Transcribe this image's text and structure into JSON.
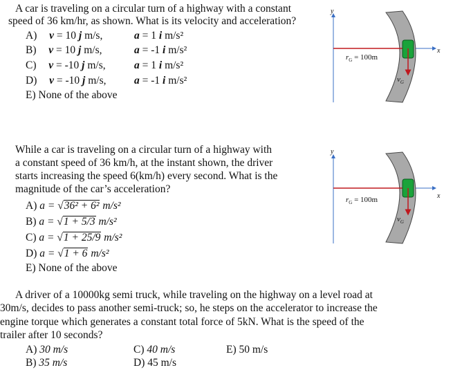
{
  "q1": {
    "stem_line1": "A car is traveling on a circular turn of a highway with a constant",
    "stem_line2": "speed of 36 km/hr, as shown. What is its velocity and acceleration?",
    "options": [
      {
        "letter": "A)",
        "v_sym": "v",
        "v_val": " = 10",
        "v_unit": "j",
        "v_after": " m/s,",
        "a_sym": "a",
        "a_val": " = 1",
        "a_unit": "i",
        "a_after": " m/s²"
      },
      {
        "letter": "B)",
        "v_sym": "v",
        "v_val": " = 10",
        "v_unit": "j",
        "v_after": " m/s,",
        "a_sym": "a",
        "a_val": " = -1",
        "a_unit": "i",
        "a_after": " m/s²"
      },
      {
        "letter": "C)",
        "v_sym": "v",
        "v_val": " = -10",
        "v_unit": "j",
        "v_after": " m/s,",
        "a_sym": "a",
        "a_val": " = 1",
        "a_unit": "i",
        "a_after": " m/s²"
      },
      {
        "letter": "D)",
        "v_sym": "v",
        "v_val": " = -10",
        "v_unit": "j",
        "v_after": " m/s,",
        "a_sym": "a",
        "a_val": " = -1",
        "a_unit": "i",
        "a_after": " m/s²"
      }
    ],
    "option_e": "E) None of the above",
    "figure": {
      "y_label": "y",
      "x_label": "x",
      "r_label": "r",
      "r_sub": "G",
      "r_value": " = 100m",
      "v_label": "v",
      "v_sub": "G"
    }
  },
  "q2": {
    "stem_lines": [
      "While a car is traveling on a circular turn of a highway with",
      "a constant speed of 36 km/h, at the instant shown, the driver",
      "starts increasing the speed 6(km/h) every second. What is the",
      "magnitude of the car’s acceleration?"
    ],
    "options": [
      {
        "letter": "A)",
        "lhs": "a = ",
        "rad": "36² + 6²",
        "unit": " m/s²"
      },
      {
        "letter": "B)",
        "lhs": "a = ",
        "rad": "1 + 5/3",
        "unit": " m/s²"
      },
      {
        "letter": "C)",
        "lhs": "a = ",
        "rad": "1 + 25/9",
        "unit": " m/s²"
      },
      {
        "letter": "D)",
        "lhs": "a = ",
        "rad": "1 + 6",
        "unit": " m/s²"
      }
    ],
    "option_e": "E) None of the above",
    "figure": {
      "y_label": "y",
      "x_label": "x",
      "r_label": "r",
      "r_sub": "G",
      "r_value": " = 100m",
      "v_label": "v",
      "v_sub": "G"
    }
  },
  "q3": {
    "stem_lines": [
      "A driver of a 10000kg semi truck, while traveling on the highway on a level road at",
      "30m/s, decides to pass another semi-truck; so, he steps on the accelerator to increase the",
      "engine torque which generates a constant total force of 5kN. What is the speed of the",
      "trailer after 10 seconds?"
    ],
    "options": [
      {
        "letter": "A) ",
        "val": "30 m/s"
      },
      {
        "letter": "B) ",
        "val": "35 m/s"
      },
      {
        "letter": "C) ",
        "val": "40 m/s"
      },
      {
        "letter": "D) ",
        "val": "45 m/s"
      }
    ],
    "option_e": "E) 50 m/s"
  },
  "colors": {
    "accent": "#c0181e",
    "road": "#a9a9a9",
    "car": "#1aa33a"
  }
}
